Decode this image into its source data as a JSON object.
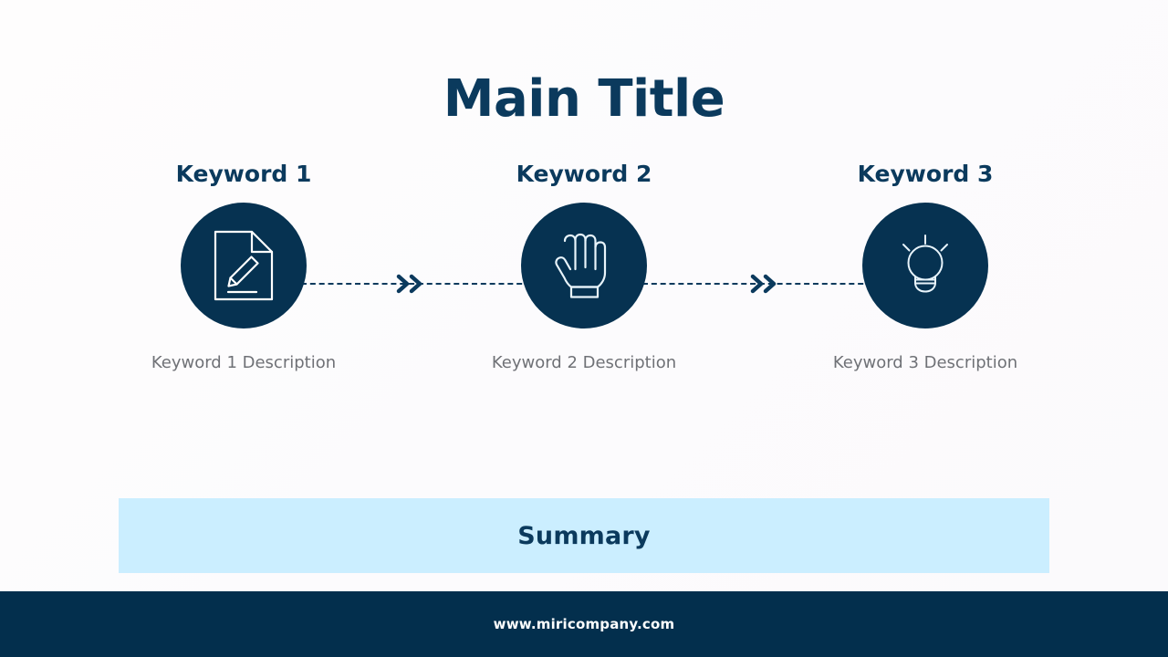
{
  "slide": {
    "title": "Main Title",
    "background_color": "#fdfcfd"
  },
  "steps": [
    {
      "heading": "Keyword 1",
      "description": "Keyword 1 Description",
      "icon": "document-pencil-icon",
      "circle_color": "#063251"
    },
    {
      "heading": "Keyword 2",
      "description": "Keyword 2 Description",
      "icon": "open-hand-icon",
      "circle_color": "#063251"
    },
    {
      "heading": "Keyword 3",
      "description": "Keyword 3 Description",
      "icon": "lightbulb-icon",
      "circle_color": "#063251"
    }
  ],
  "connectors": [
    {
      "icon": "double-chevron-right-icon",
      "line_style": "dashed",
      "color": "#0b3a5d"
    },
    {
      "icon": "double-chevron-right-icon",
      "line_style": "dashed",
      "color": "#0b3a5d"
    }
  ],
  "summary": {
    "label": "Summary",
    "background_color": "#cbeeff",
    "text_color": "#0b3a5d"
  },
  "footer": {
    "website": "www.miricompany.com",
    "background_color": "#032f4d",
    "text_color": "#ffffff"
  },
  "theme": {
    "primary": "#0b3a5d",
    "circle": "#063251",
    "accent_light": "#cbeeff",
    "muted_text": "#6f7176"
  }
}
